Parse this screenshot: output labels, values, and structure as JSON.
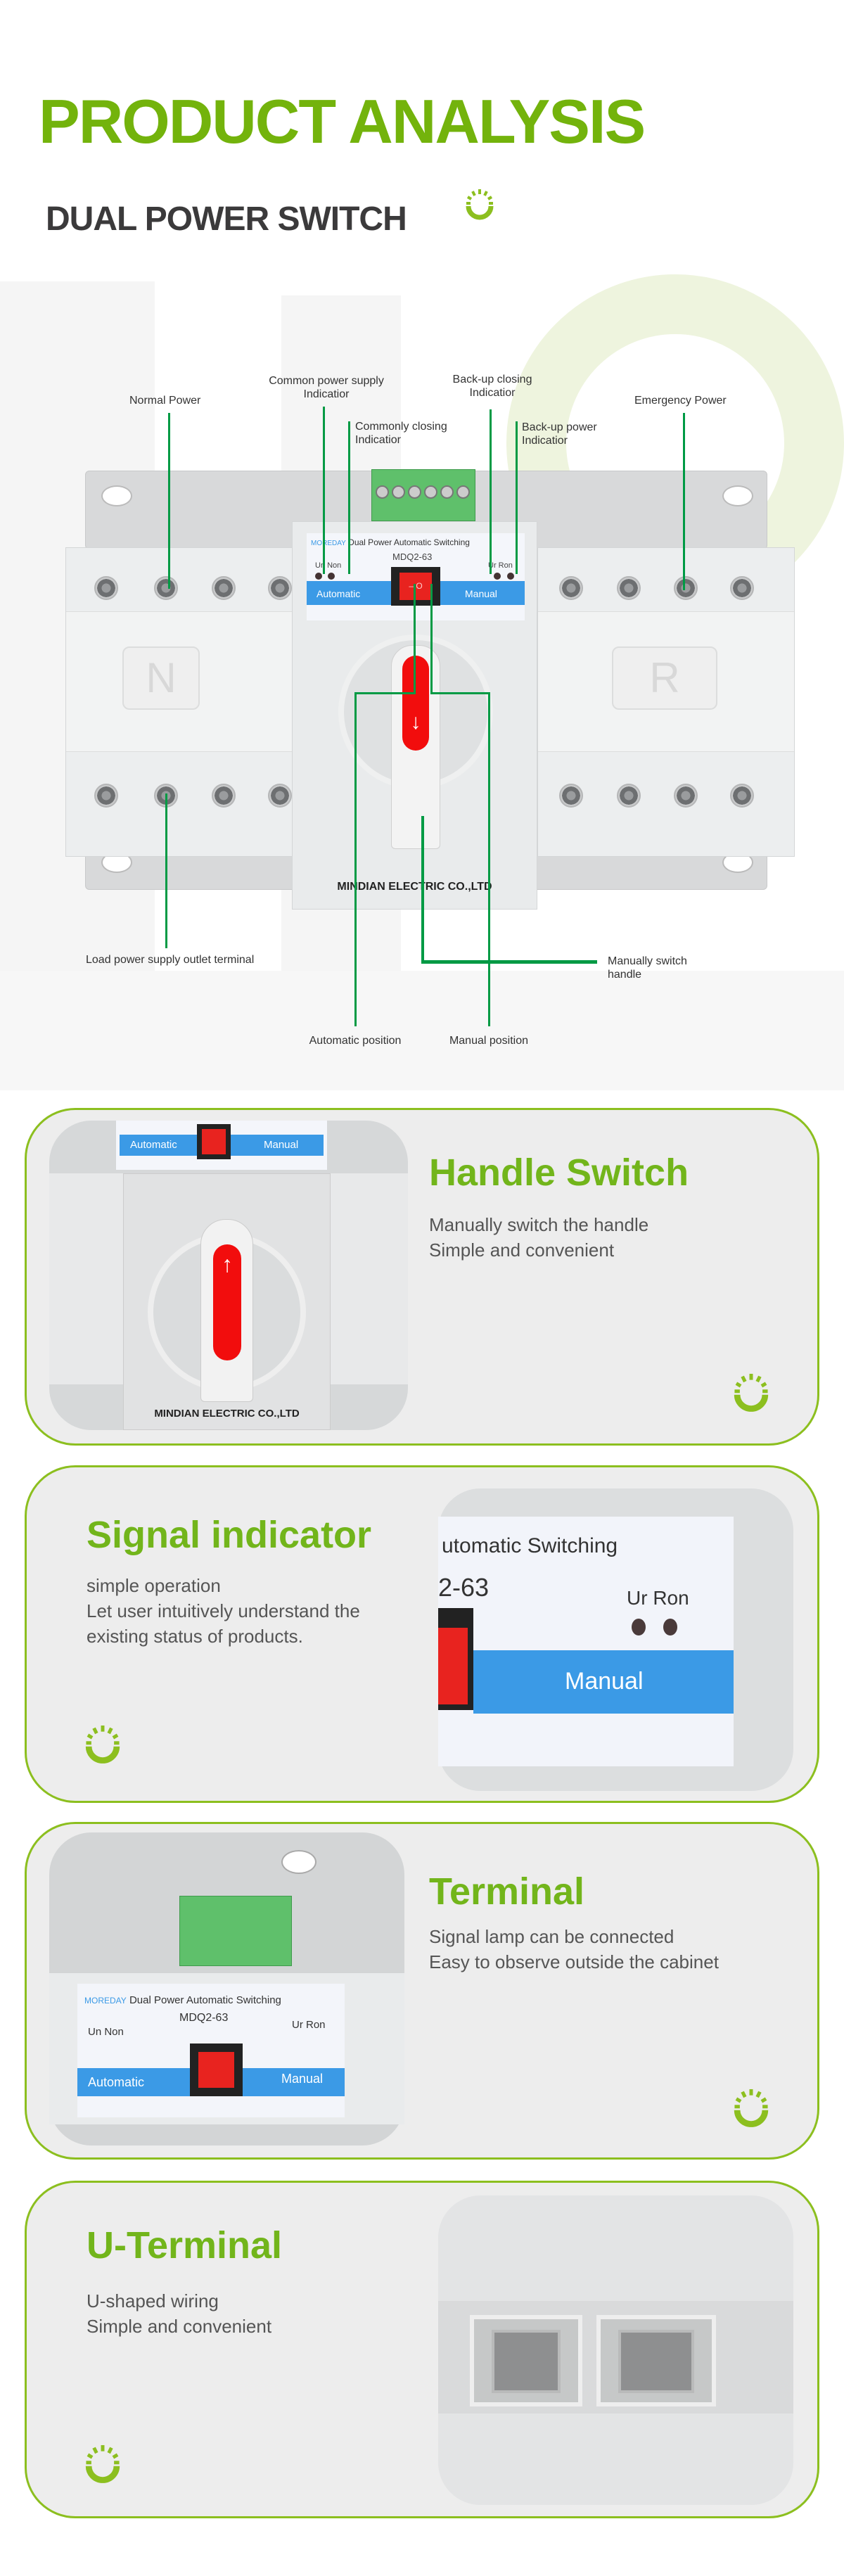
{
  "header": {
    "title": "PRODUCT ANALYSIS",
    "subtitle": "DUAL POWER  SWITCH"
  },
  "diagram": {
    "labels": {
      "normal_power": "Normal Power",
      "common_supply": [
        "Common power supply",
        "Indicatior"
      ],
      "commonly_closing": [
        "Commonly closing",
        "Indicatior"
      ],
      "backup_closing": [
        "Back-up closing",
        "Indicatior"
      ],
      "backup_power": [
        "Back-up power",
        "Indicatior"
      ],
      "emergency_power": "Emergency Power",
      "load_terminal": "Load power supply outlet terminal",
      "manual_handle": [
        "Manually switch",
        "handle"
      ],
      "automatic_position": "Automatic position",
      "manual_position": "Manual position"
    },
    "product": {
      "brand": "MOREDAY",
      "name": "Dual Power Automatic Switching",
      "model": "MDQ2-63",
      "left_leds": "Un Non",
      "right_leds": "Ur Ron",
      "automatic": "Automatic",
      "manual": "Manual",
      "rocker": "– O",
      "left_cover": "N",
      "right_cover": "R",
      "maker": "MINDIAN ELECTRIC CO.,LTD"
    }
  },
  "features": [
    {
      "title": "Handle Switch",
      "lines": [
        "Manually switch the handle",
        "Simple and convenient"
      ]
    },
    {
      "title": "Signal indicator",
      "lines": [
        "simple operation",
        "Let user intuitively understand the",
        "existing status of products."
      ],
      "photo": {
        "name": "utomatic Switching",
        "model": "2-63"
      }
    },
    {
      "title": "Terminal",
      "lines": [
        "Signal lamp can be connected",
        "Easy to observe outside the cabinet"
      ]
    },
    {
      "title": "U-Terminal",
      "lines": [
        "U-shaped wiring",
        "Simple and convenient"
      ]
    }
  ],
  "colors": {
    "accent": "#73b30c",
    "line": "#009a44",
    "card_border": "#8cbf1f",
    "text": "#3b3a3b"
  }
}
